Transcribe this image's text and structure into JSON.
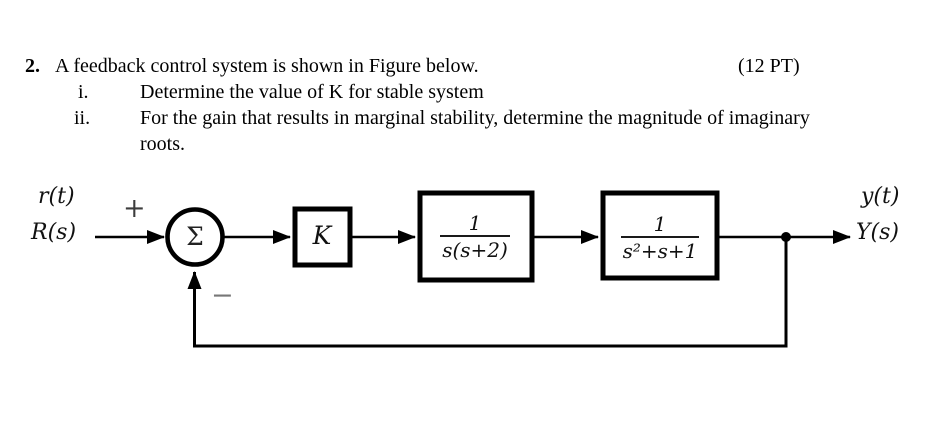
{
  "problem": {
    "number": "2.",
    "statement": "A feedback control system is shown in Figure below.",
    "points": "(12 PT)",
    "items": [
      {
        "label": "i.",
        "text": "Determine the value of K for stable system"
      },
      {
        "label": "ii.",
        "text": "For the gain that results in marginal stability, determine the magnitude of imaginary roots."
      }
    ]
  },
  "diagram": {
    "input_time_label": "r(t)",
    "input_laplace_label": "R(s)",
    "plus_sign": "+",
    "minus_sign": "−",
    "sum_symbol": "Σ",
    "gain_block_label": "K",
    "block1": {
      "numerator": "1",
      "denominator": "s(s+2)"
    },
    "block2": {
      "numerator": "1",
      "denominator": "s²+s+1"
    },
    "output_time_label": "y(t)",
    "output_laplace_label": "Y(s)",
    "line_color": "#000000"
  }
}
